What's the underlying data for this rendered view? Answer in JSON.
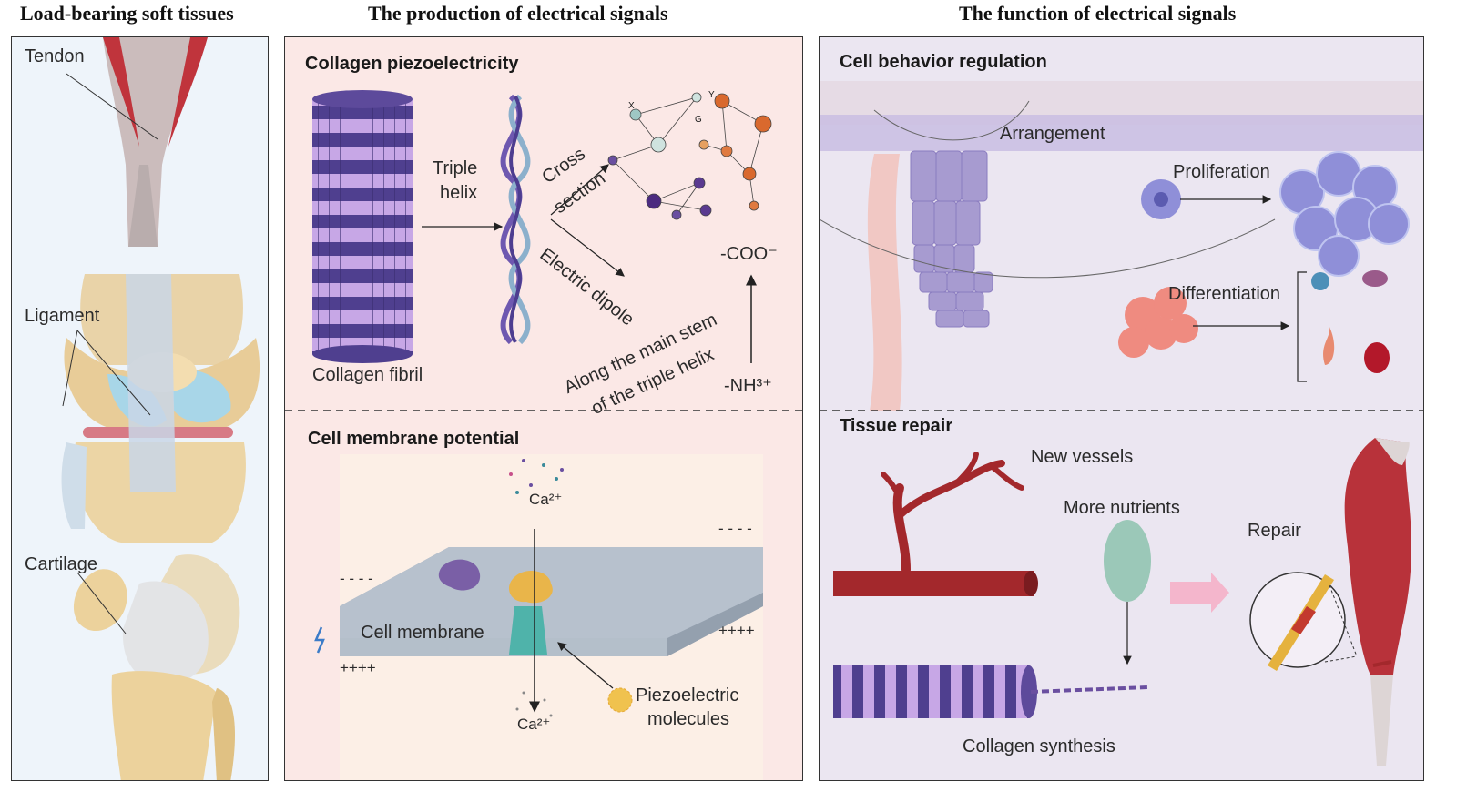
{
  "columns": {
    "left_title": "Load-bearing soft tissues",
    "middle_title": "The production of electrical signals",
    "right_title": "The function of electrical signals"
  },
  "left_panel": {
    "tendon": "Tendon",
    "ligament": "Ligament",
    "cartilage": "Cartilage"
  },
  "middle_top": {
    "heading": "Collagen piezoelectricity",
    "collagen_fibril": "Collagen fibril",
    "triple_helix_1": "Triple",
    "triple_helix_2": "helix",
    "cross_section_1": "Cross",
    "cross_section_2": "section",
    "electric_dipole": "Electric dipole",
    "along_1": "Along the main stem",
    "along_2": "of the triple helix",
    "coo": "-COO⁻",
    "nh": "-NH³⁺",
    "mol_x": "X",
    "mol_y": "Y",
    "mol_g": "G"
  },
  "middle_bottom": {
    "heading": "Cell membrane potential",
    "ca_top": "Ca²⁺",
    "ca_bottom": "Ca²⁺",
    "cell_membrane": "Cell membrane",
    "minus_right": "- - - -",
    "minus_left": "- - - -",
    "plus_right": "++++",
    "plus_left": "++++",
    "piezo_1": "Piezoelectric",
    "piezo_2": "molecules"
  },
  "right_top": {
    "heading": "Cell behavior regulation",
    "arrangement": "Arrangement",
    "proliferation": "Proliferation",
    "differentiation": "Differentiation"
  },
  "right_bottom": {
    "heading": "Tissue repair",
    "new_vessels": "New vessels",
    "more_nutrients": "More nutrients",
    "repair": "Repair",
    "collagen_synthesis": "Collagen synthesis"
  },
  "colors": {
    "left_bg": "#eef4fa",
    "middle_bg": "#fbe8e6",
    "right_bg": "#ebe6f1",
    "collagen_purple": "#6a4fa0",
    "muscle_red": "#b8323a",
    "vessel_red": "#a3282c"
  }
}
